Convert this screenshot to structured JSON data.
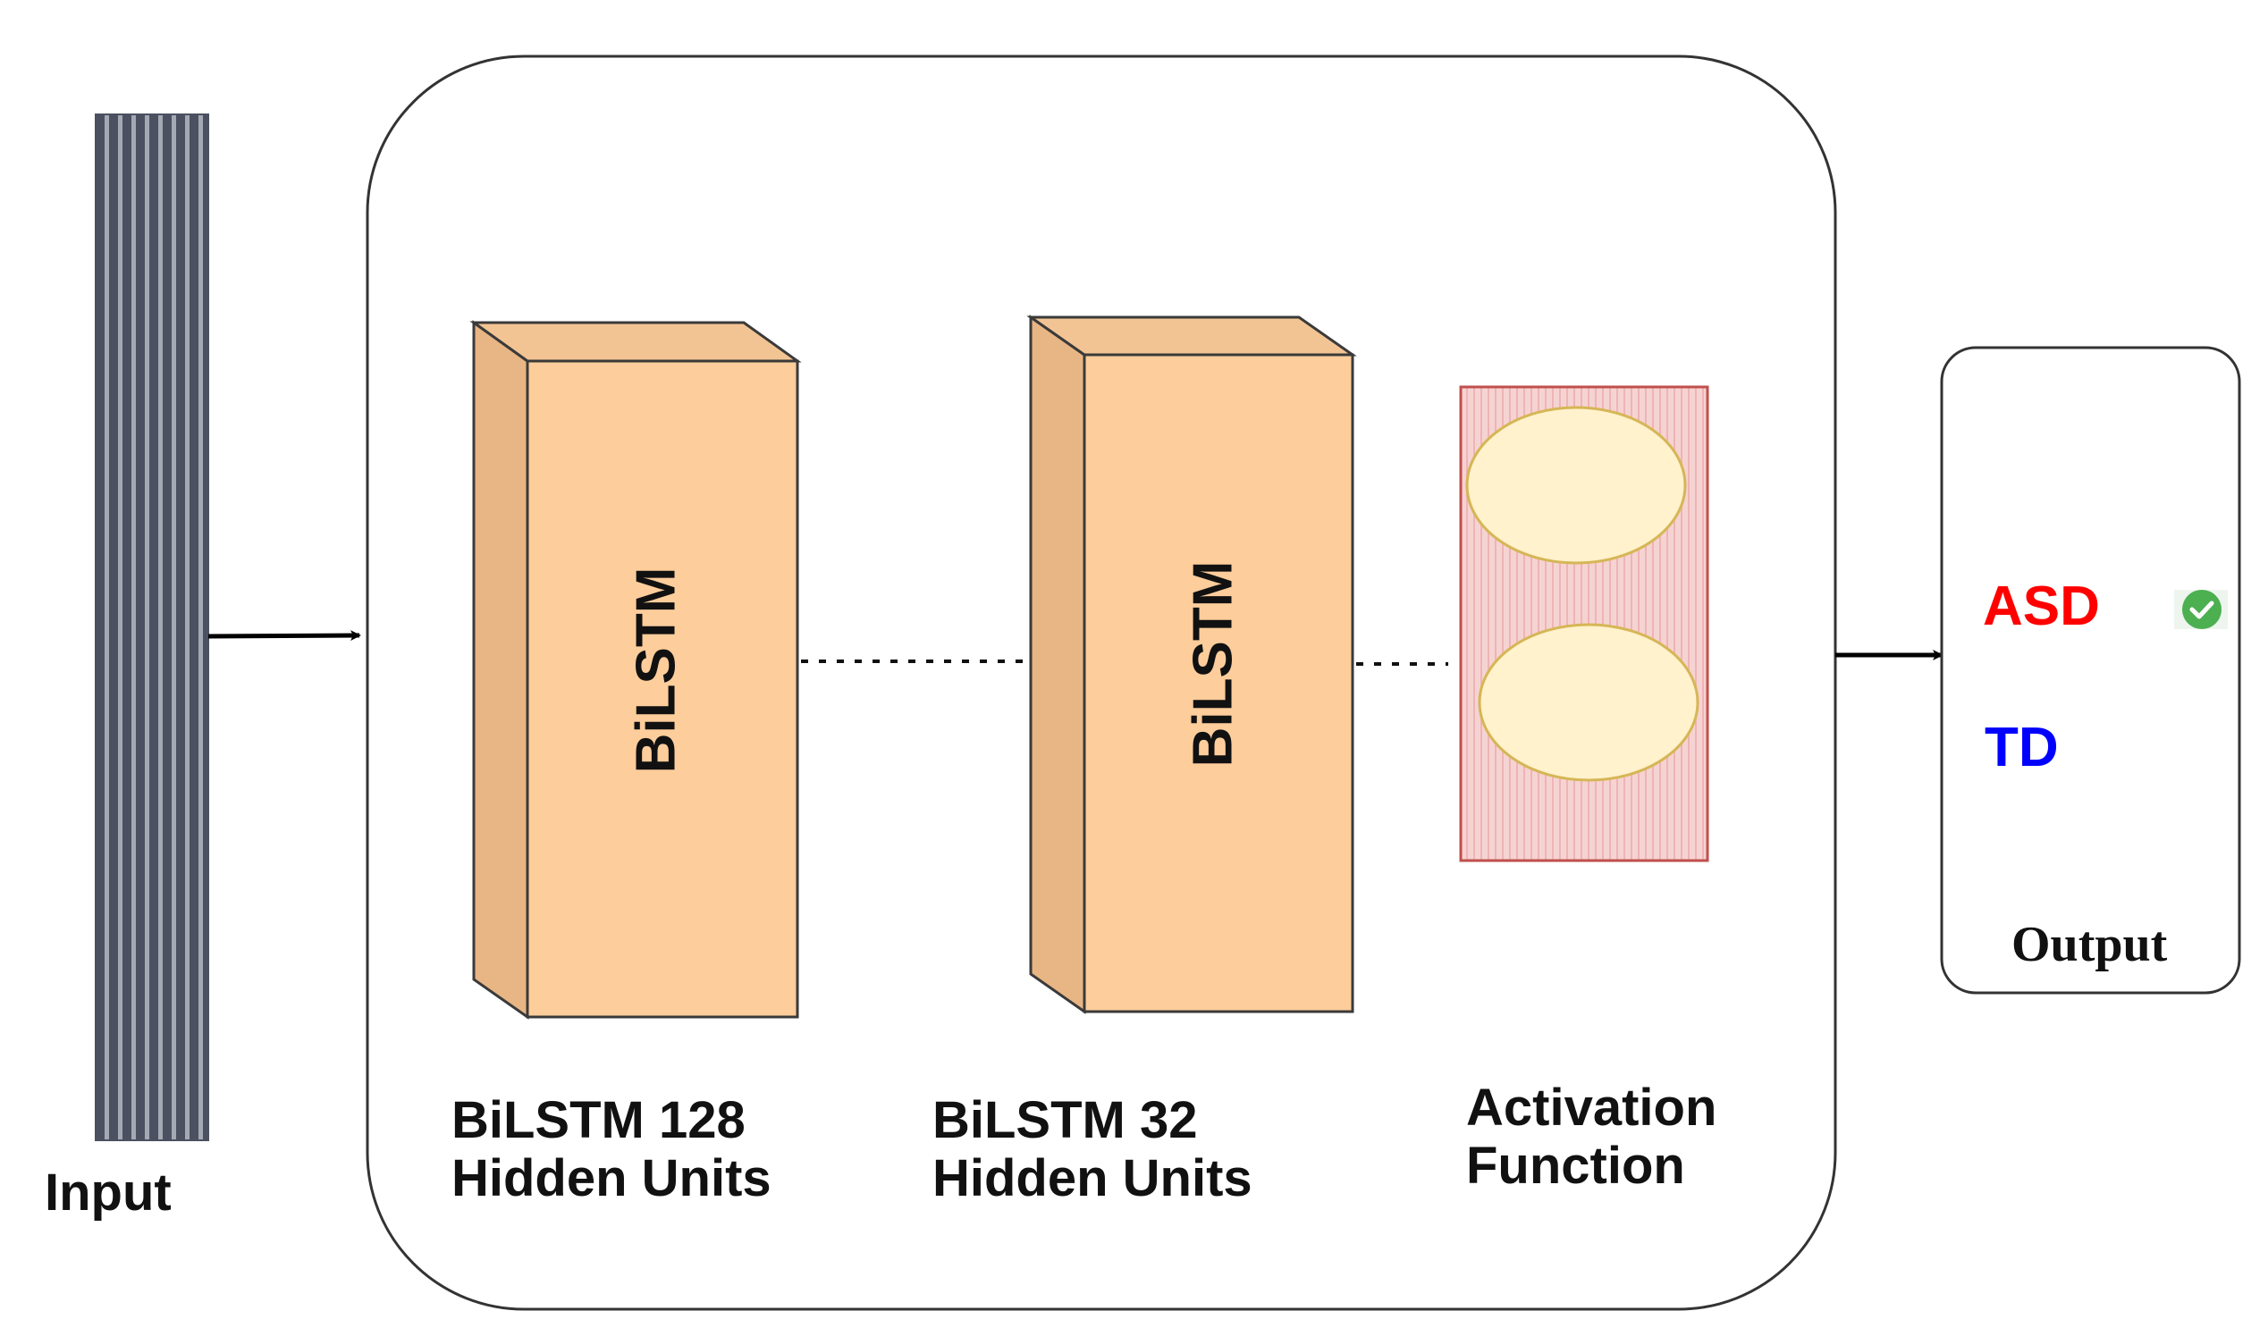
{
  "input": {
    "label": "Input"
  },
  "model": {
    "layers": [
      {
        "block_text": "BiLSTM",
        "caption_line1": "BiLSTM 128",
        "caption_line2": "Hidden Units"
      },
      {
        "block_text": "BiLSTM",
        "caption_line1": "BiLSTM 32",
        "caption_line2": "Hidden Units"
      }
    ],
    "activation": {
      "caption_line1": "Activation",
      "caption_line2": "Function"
    }
  },
  "output": {
    "title": "Output",
    "classes": [
      {
        "label": "ASD",
        "color": "#ff0000",
        "selected": true
      },
      {
        "label": "TD",
        "color": "#0000ff",
        "selected": false
      }
    ]
  },
  "colors": {
    "block_front": "#fdcd9b",
    "block_side": "#e8b584",
    "block_stroke": "#3a3a3a",
    "activation_bg": "#f6d3d3",
    "activation_border": "#c0504d",
    "neuron_fill": "#fff2cc",
    "neuron_stroke": "#d6b656",
    "check_color": "#4caf50",
    "input_stripe_dark": "#4b5160",
    "input_stripe_light": "#a4a9b4"
  }
}
